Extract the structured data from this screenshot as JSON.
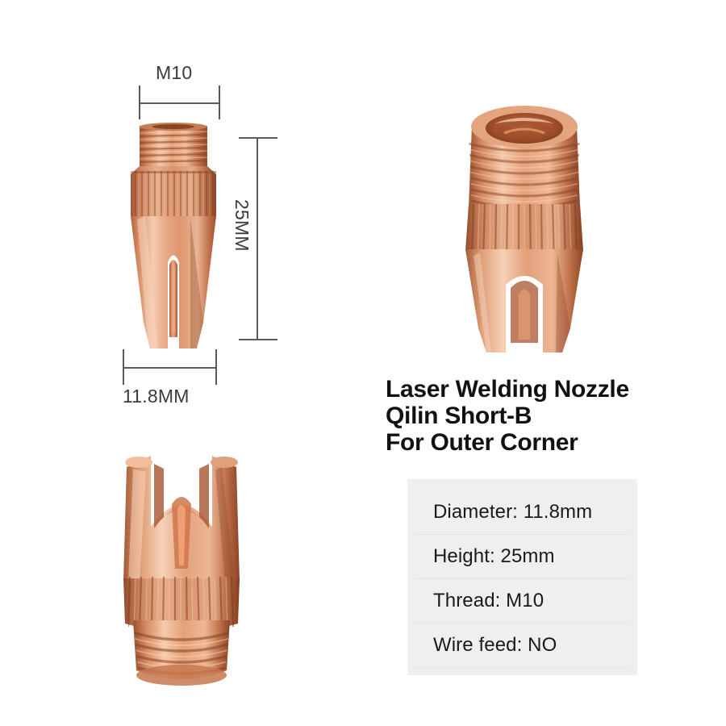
{
  "background_color": "#ffffff",
  "palette": {
    "copper_light": "#f0b394",
    "copper_mid": "#d98c63",
    "copper_dark": "#a85c3a",
    "copper_shadow": "#8a4526",
    "copper_highlight": "#fbd9c4",
    "dimension_line": "#595959",
    "dimension_text": "#3c3c3c",
    "title_text": "#111111",
    "spec_background": "#efefef",
    "spec_divider": "#e2e2e2",
    "spec_text": "#1a1a1a"
  },
  "dimensions": {
    "thread": {
      "label": "M10",
      "name": "thread-size-dimension"
    },
    "height": {
      "label": "25MM",
      "name": "height-dimension"
    },
    "diameter": {
      "label": "11.8MM",
      "name": "diameter-dimension"
    }
  },
  "title": {
    "lines": [
      "Laser Welding Nozzle",
      "Qilin Short-B",
      "For Outer Corner"
    ]
  },
  "specs": [
    {
      "text": "Diameter: 11.8mm",
      "key": "Diameter",
      "value": "11.8mm"
    },
    {
      "text": "Height: 25mm",
      "key": "Height",
      "value": "25mm"
    },
    {
      "text": "Thread: M10",
      "key": "Thread",
      "value": "M10"
    },
    {
      "text": "Wire feed: NO",
      "key": "Wire feed",
      "value": "NO"
    }
  ],
  "products": [
    {
      "name": "nozzle-front-view",
      "view": "front elevation with dimension callouts"
    },
    {
      "name": "nozzle-top-view",
      "view": "three-quarter top view showing bore opening"
    },
    {
      "name": "nozzle-inverted-view",
      "view": "inverted view showing V-fork and thread base"
    }
  ]
}
